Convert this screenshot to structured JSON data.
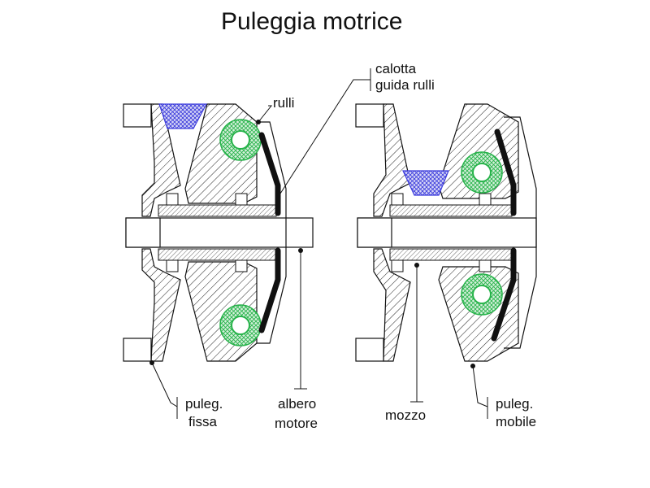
{
  "title": "Puleggia motrice",
  "labels": {
    "calotta_line1": "calotta",
    "calotta_line2": "guida rulli",
    "rulli": "rulli",
    "puleg_fissa_line1": "puleg.",
    "puleg_fissa_line2": "fissa",
    "albero_line1": "albero",
    "albero_line2": "motore",
    "mozzo": "mozzo",
    "puleg_mobile_line1": "puleg.",
    "puleg_mobile_line2": "mobile"
  },
  "colors": {
    "belt_blue": "#3b3bdc",
    "roller_green": "#27b34a",
    "hatch": "#222222",
    "cap_black": "#111111"
  }
}
